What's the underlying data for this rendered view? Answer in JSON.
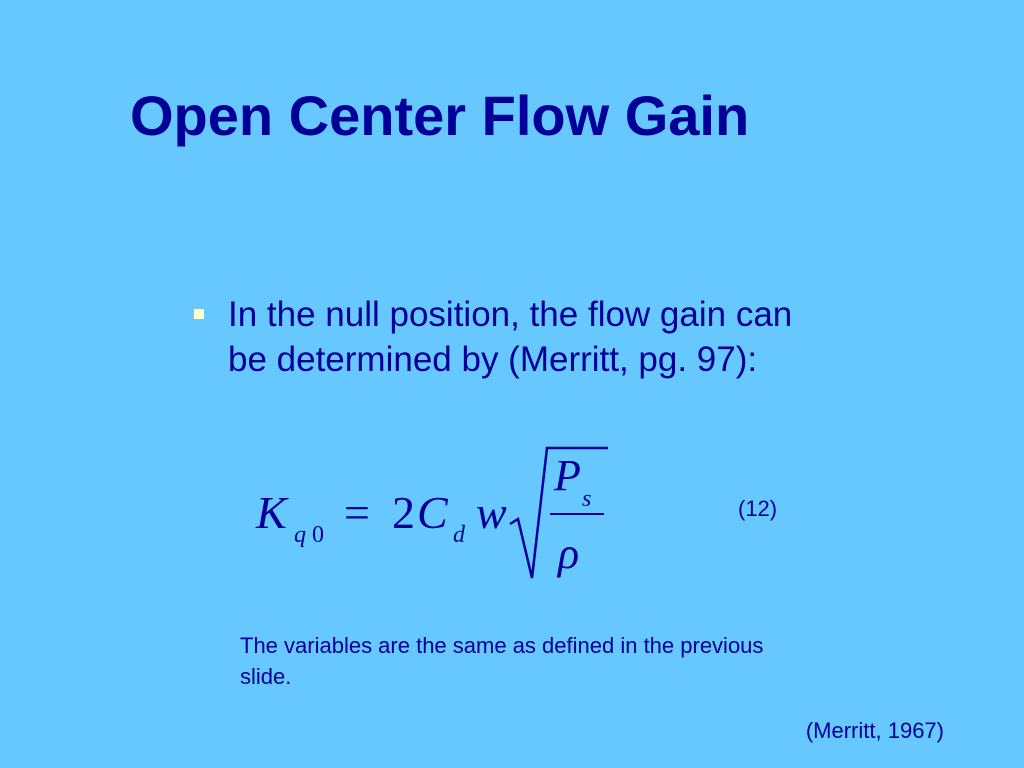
{
  "slide": {
    "title": "Open Center Flow Gain",
    "bullet_text": "In the null position, the flow gain can be determined by (Merritt, pg. 97):",
    "equation": {
      "K": "K",
      "q": "q",
      "zero": "0",
      "equals": "=",
      "two": "2",
      "C": "C",
      "d": "d",
      "w": "w",
      "P": "P",
      "s": "s",
      "rho": "ρ"
    },
    "equation_number": "(12)",
    "note": "The variables are the same as defined in the previous slide.",
    "citation": "(Merritt, 1967)"
  },
  "colors": {
    "background": "#66c8ff",
    "text": "#000099",
    "bullet": "#ffffcc"
  }
}
